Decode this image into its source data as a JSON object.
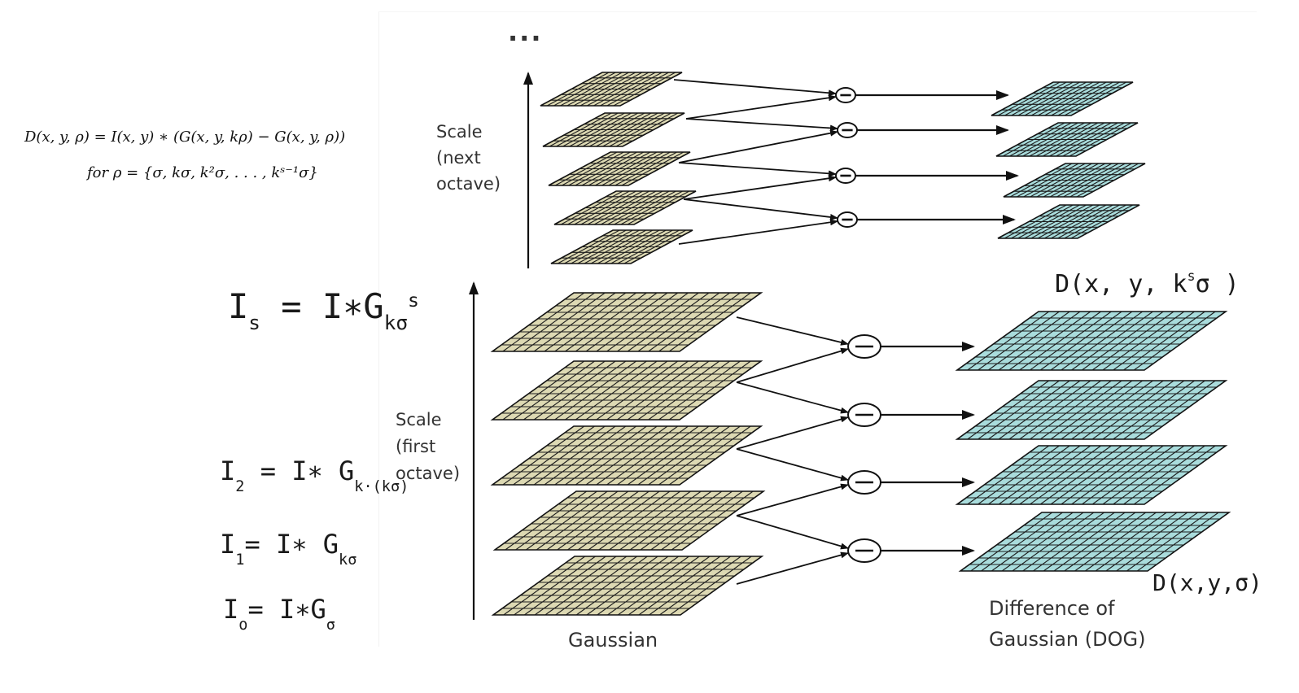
{
  "labels": {
    "ellipsis": "...",
    "scale_next": "Scale\n(next\noctave)",
    "scale_first": "Scale\n(first\noctave)",
    "gaussian": "Gaussian",
    "dog": "Difference of\nGaussian (DOG)"
  },
  "equations": {
    "line1": "D(x, y, ρ) = I(x, y) ∗ (G(x, y, kρ) − G(x, y, ρ))",
    "line2": "for ρ = {σ, kσ, k²σ, . . . , kˢ⁻¹σ}"
  },
  "handwriting": {
    "dog_top_prefix": "D(x, y, k",
    "dog_top_exp": "s",
    "dog_top_suffix": "σ )",
    "dog_bottom": "D(x,y,σ)",
    "is_main": "I",
    "is_sub": "s",
    "is_rest": " = I∗G",
    "is_g_sub": "kσ",
    "is_g_sup": "s",
    "i2_main": "I",
    "i2_sub": "2",
    "i2_rest": " = I∗ G",
    "i2_g_sub": "k·(kσ)",
    "i1_main": "I",
    "i1_sub": "1",
    "i1_rest": "= I∗ G",
    "i1_g_sub": "kσ",
    "i0_main": "I",
    "i0_sub": "o",
    "i0_rest": "= I∗G",
    "i0_g_sub": "σ"
  },
  "colors": {
    "gaussian_fill": "#ddd9b3",
    "dog_fill": "#a9dcdc",
    "line": "#111111"
  },
  "diagram": {
    "minus_symbol": "−",
    "next_octave": {
      "gaussian_layers": 5,
      "dog_layers": 4
    },
    "first_octave": {
      "gaussian_layers": 5,
      "dog_layers": 4
    }
  }
}
